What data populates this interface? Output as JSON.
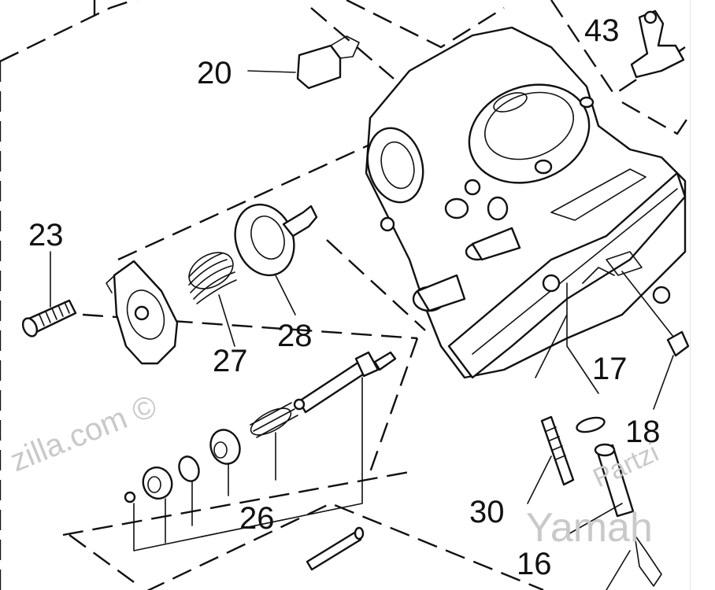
{
  "callouts": {
    "c20": "20",
    "c43": "43",
    "c23": "23",
    "c27": "27",
    "c28": "28",
    "c17": "17",
    "c18": "18",
    "c26": "26",
    "c30": "30",
    "c16": "16"
  },
  "watermarks": {
    "left": "zilla.com ©",
    "right_brand": "Yamah",
    "right_partial": "Partzi"
  }
}
